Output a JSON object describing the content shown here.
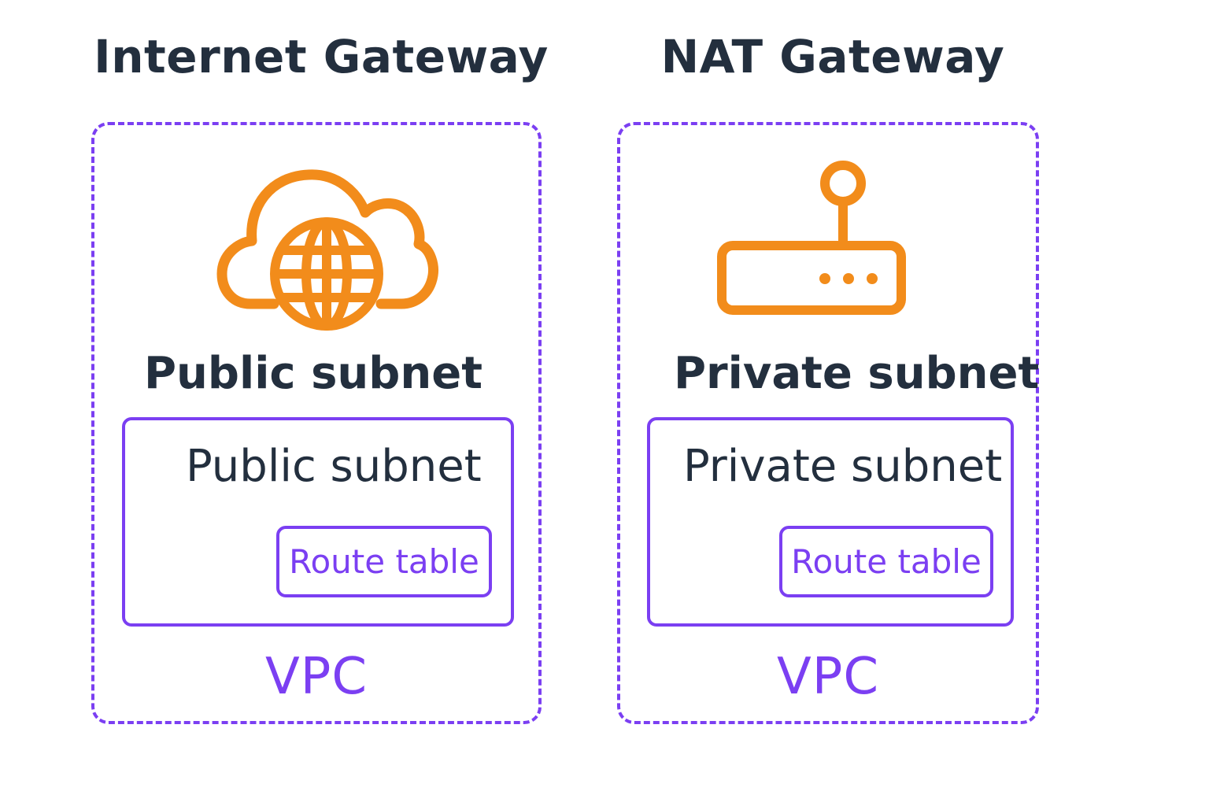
{
  "colors": {
    "text": "#232f3e",
    "accent_purple": "#7b3ff2",
    "icon_orange": "#f28c1b"
  },
  "left_panel": {
    "title": "Internet Gateway",
    "icon": "cloud-globe-icon",
    "subnet_heading": "Public subnet",
    "subnet_label": "Public subnet",
    "route_table": "Route table",
    "vpc": "VPC"
  },
  "right_panel": {
    "title": "NAT Gateway",
    "icon": "router-icon",
    "subnet_heading": "Private subnet",
    "subnet_label": "Private subnet",
    "route_table": "Route table",
    "vpc": "VPC"
  }
}
